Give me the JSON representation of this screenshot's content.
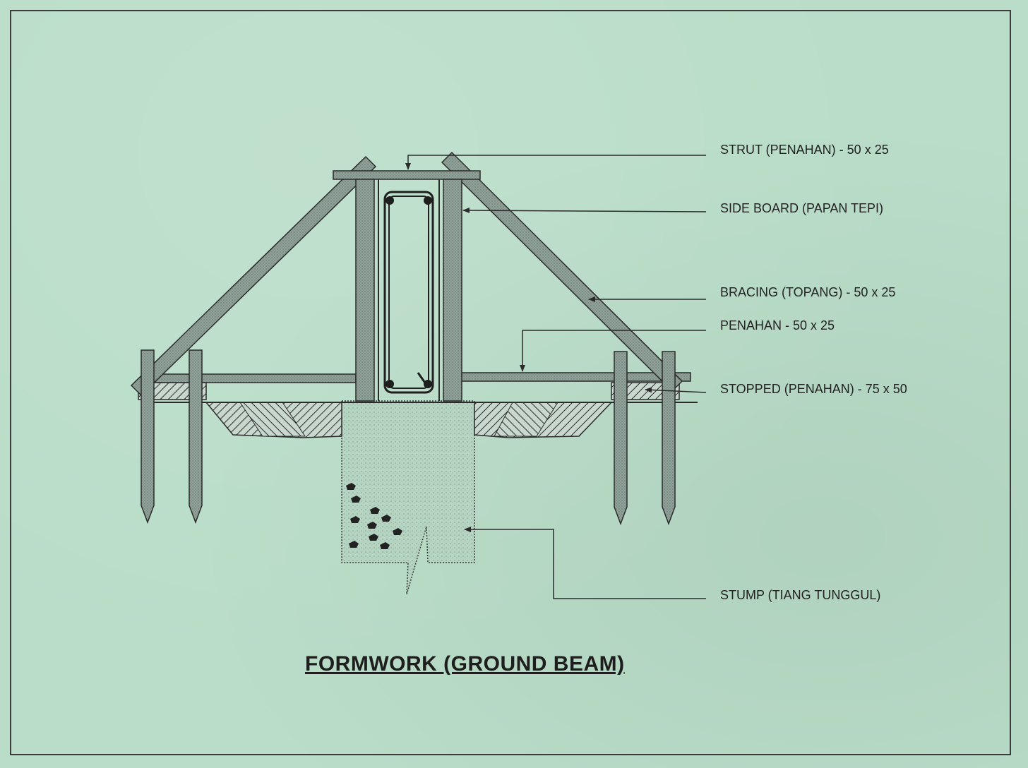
{
  "title": "FORMWORK (GROUND BEAM)",
  "labels": {
    "strut": "STRUT (PENAHAN) - 50 x 25",
    "side_board": "SIDE  BOARD (PAPAN TEPI)",
    "bracing": "BRACING (TOPANG) - 50 x 25",
    "penahan": "PENAHAN - 50 x 25",
    "stopped": "STOPPED (PENAHAN) - 75 x 50",
    "stump": "STUMP (TIANG TUNGGUL)"
  },
  "colors": {
    "paper": "#b9ddc8",
    "timber": "#8e9f96",
    "line": "#2b2b2b"
  }
}
